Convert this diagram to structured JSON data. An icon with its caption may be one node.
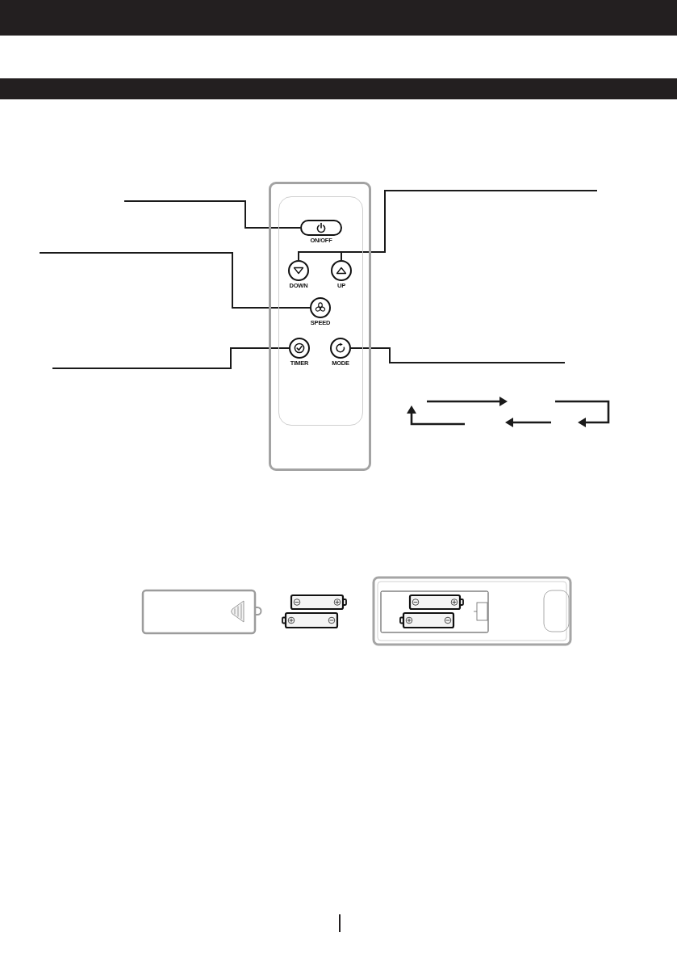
{
  "diagram": {
    "nodes": [
      {
        "text": [],
        "shape": "picture"
      },
      {
        "text": [
          "ON/OFF"
        ],
        "in": 0
      },
      {
        "text": [
          "DOWN"
        ],
        "in": 0
      },
      {
        "text": [
          "UP"
        ],
        "in": 0
      },
      {
        "text": [
          "SPEED"
        ],
        "in": 0
      },
      {
        "text": [
          "TIMER"
        ],
        "in": 0
      },
      {
        "text": [
          "MODE"
        ],
        "in": 0
      }
    ],
    "edges": [
      {
        "from": null,
        "to": 1,
        "arrow": "none"
      },
      {
        "from": null,
        "to": 2,
        "arrow": "none"
      },
      {
        "from": null,
        "to": 3,
        "arrow": "none"
      },
      {
        "from": null,
        "to": 4,
        "arrow": "none"
      },
      {
        "from": null,
        "to": 5,
        "arrow": "none"
      },
      {
        "from": null,
        "to": 6,
        "arrow": "none"
      }
    ]
  }
}
